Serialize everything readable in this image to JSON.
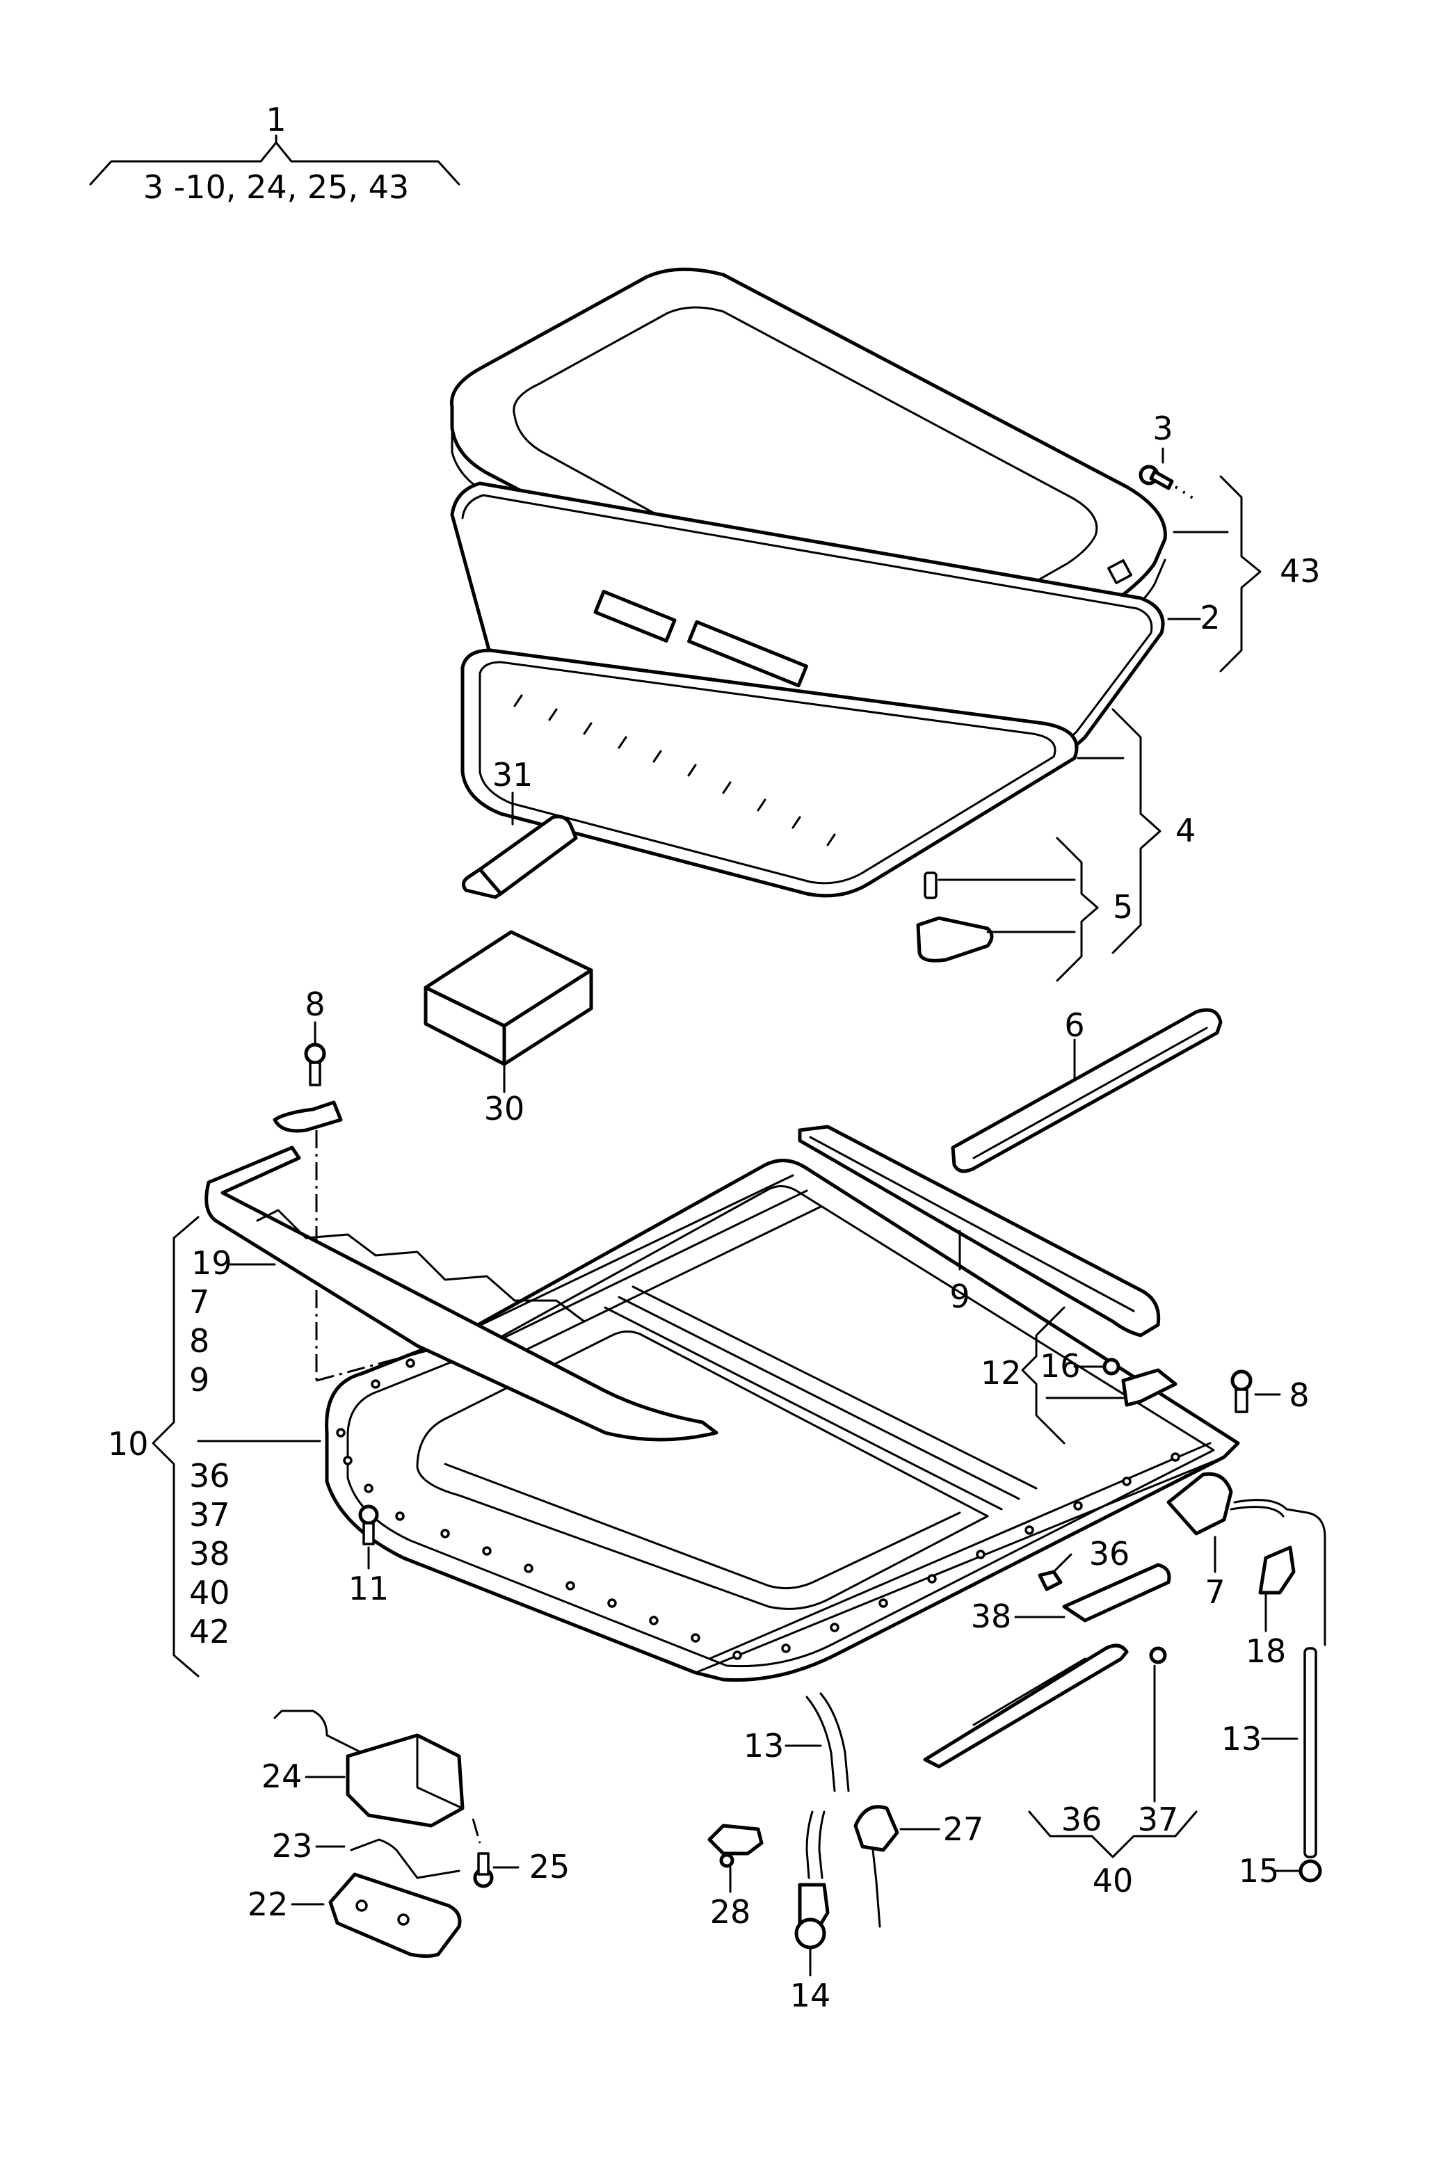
{
  "assembly": {
    "label": "1",
    "includes": "3 -10, 24, 25, 43"
  },
  "callouts": {
    "c2": "2",
    "c3": "3",
    "c4": "4",
    "c5": "5",
    "c6": "6",
    "c7_right": "7",
    "c8_top": "8",
    "c8_right": "8",
    "c9": "9",
    "c10": "10",
    "c11": "11",
    "c12": "12",
    "c13_center": "13",
    "c13_right": "13",
    "c14": "14",
    "c15": "15",
    "c16": "16",
    "c18": "18",
    "c19": "19",
    "c22": "22",
    "c23": "23",
    "c24": "24",
    "c25": "25",
    "c27": "27",
    "c28": "28",
    "c30": "30",
    "c31": "31",
    "c36_upper": "36",
    "c36_lower": "36",
    "c37": "37",
    "c38": "38",
    "c40": "40",
    "c43": "43"
  },
  "group10": {
    "items": [
      "7",
      "8",
      "9",
      "36",
      "37",
      "38",
      "40",
      "42"
    ]
  }
}
